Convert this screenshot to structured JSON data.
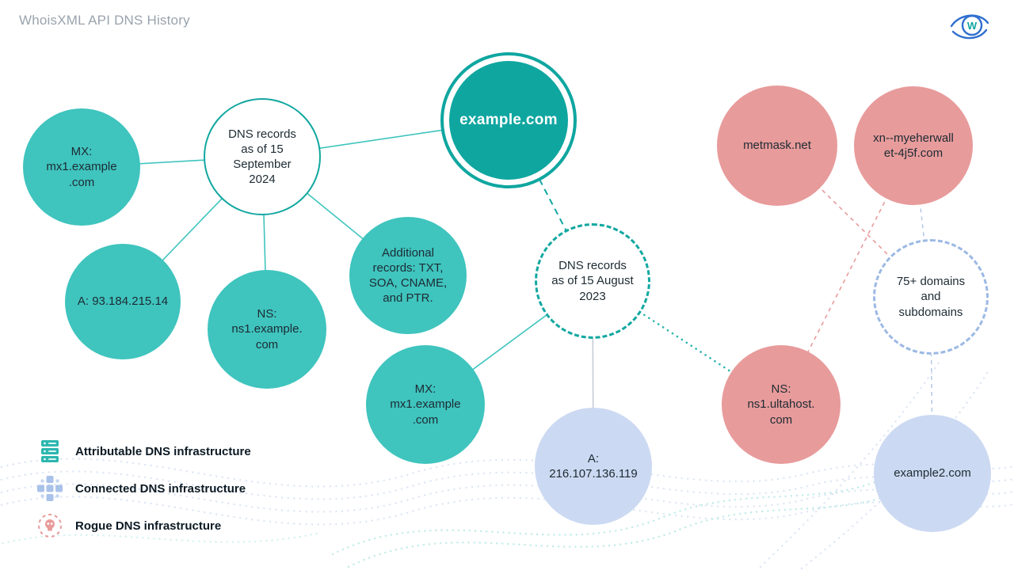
{
  "header": {
    "title": "WhoisXML API DNS History"
  },
  "logo": {
    "monogram": "W"
  },
  "nodes": {
    "mx1_top": {
      "label": "MX:\nmx1.example\n.com",
      "type": "attributable"
    },
    "sept_hub": {
      "label": "DNS records\nas of 15\nSeptember\n2024",
      "type": "hub"
    },
    "example_com": {
      "label": "example.com",
      "type": "root"
    },
    "a_93": {
      "label": "A: 93.184.215.14",
      "type": "attributable"
    },
    "ns1_example": {
      "label": "NS:\nns1.example.\ncom",
      "type": "attributable"
    },
    "additional": {
      "label": "Additional\nrecords: TXT,\nSOA, CNAME,\nand PTR.",
      "type": "attributable"
    },
    "mx1_bottom": {
      "label": "MX:\nmx1.example\n.com",
      "type": "attributable"
    },
    "aug_hub": {
      "label": "DNS records\nas of 15 August\n2023",
      "type": "hub"
    },
    "a_216": {
      "label": "A:\n216.107.136.119",
      "type": "connected"
    },
    "metmask": {
      "label": "metmask.net",
      "type": "rogue"
    },
    "xn_domain": {
      "label": "xn--myeherwall\net-4j5f.com",
      "type": "rogue"
    },
    "ns1_ultahost": {
      "label": "NS:\nns1.ultahost.\ncom",
      "type": "rogue"
    },
    "domains_75": {
      "label": "75+ domains\nand\nsubdomains",
      "type": "hub"
    },
    "example2": {
      "label": "example2.com",
      "type": "connected"
    }
  },
  "legend": {
    "attributable": "Attributable DNS infrastructure",
    "connected": "Connected DNS infrastructure",
    "rogue": "Rogue DNS infrastructure"
  },
  "colors": {
    "teal": "#3fc4be",
    "teal_dark": "#0fa6a0",
    "pink": "#e89b9b",
    "light_blue": "#ccd9f2",
    "dashed_blue": "#9cb9e4",
    "header_gray": "#99a3ad"
  }
}
